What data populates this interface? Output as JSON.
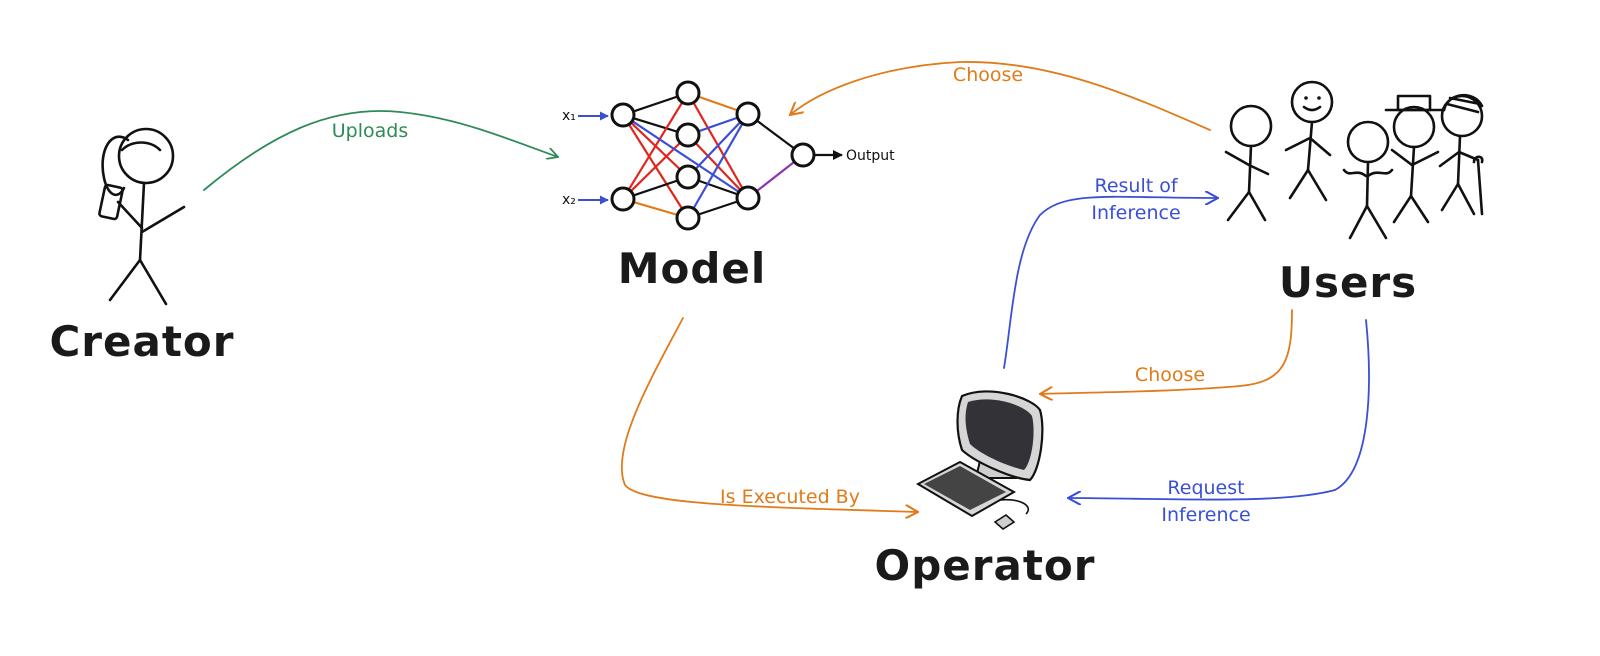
{
  "actors": {
    "creator": "Creator",
    "model": "Model",
    "users": "Users",
    "operator": "Operator"
  },
  "network": {
    "input1": "x₁",
    "input2": "x₂",
    "output": "Output"
  },
  "arrows": {
    "uploads": "Uploads",
    "choose_model": "Choose",
    "result_line1": "Result of",
    "result_line2": "Inference",
    "choose_operator": "Choose",
    "request_line1": "Request",
    "request_line2": "Inference",
    "executed_by": "Is Executed By"
  },
  "colors": {
    "green": "#2e8b57",
    "orange": "#e07b1a",
    "blue": "#3a4fd6",
    "red": "#e0261c",
    "purple": "#8e35b0"
  }
}
